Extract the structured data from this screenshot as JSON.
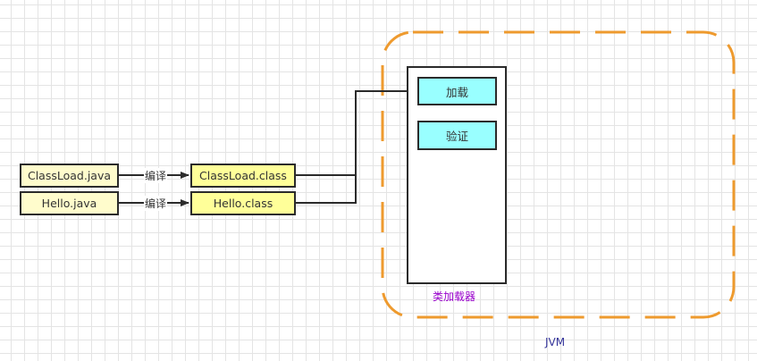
{
  "diagram": {
    "colors": {
      "jvm_border": "#ee9a2e",
      "source_fill": "#fffccc",
      "class_fill": "#ffff99",
      "step_fill": "#99ffff",
      "classloader_label": "#9900cc",
      "jvm_label": "#333399",
      "edge": "#2b2b2b"
    },
    "sources": [
      {
        "label": "ClassLoad.java"
      },
      {
        "label": "Hello.java"
      }
    ],
    "compile_label": "编译",
    "classes": [
      {
        "label": "ClassLoad.class"
      },
      {
        "label": "Hello.class"
      }
    ],
    "classloader": {
      "label": "类加载器",
      "steps": [
        {
          "label": "加载"
        },
        {
          "label": "验证"
        }
      ]
    },
    "jvm": {
      "label": "JVM"
    }
  }
}
